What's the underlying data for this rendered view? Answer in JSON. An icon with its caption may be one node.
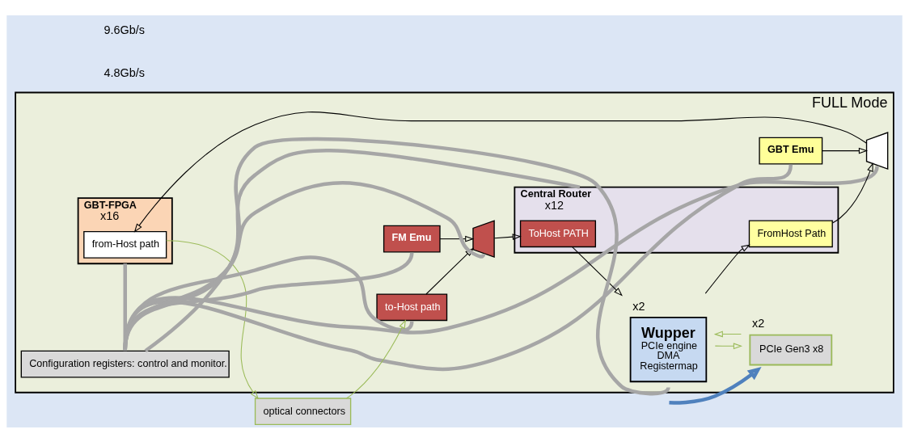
{
  "diagram": {
    "nodes": [
      {
        "text": [
          "FULL Mode"
        ]
      },
      {
        "text": [
          "optical connectors"
        ]
      },
      {
        "text": [
          "GBT-FPGA"
        ],
        "in": 0,
        "beside": [
          "x16"
        ]
      },
      {
        "text": [
          "from-Host path"
        ],
        "in": 2
      },
      {
        "text": [
          "GBT Emu"
        ],
        "in": 0
      },
      {
        "text": [],
        "shape": "trapezoid",
        "in": 0
      },
      {
        "text": [
          "FM Emu"
        ],
        "in": 0
      },
      {
        "text": [
          "to-Host path"
        ],
        "in": 0
      },
      {
        "text": [],
        "shape": "trapezoid",
        "in": 0
      },
      {
        "text": [
          "Central Router"
        ],
        "in": 0,
        "beside": [
          "x12"
        ]
      },
      {
        "text": [
          "FromHost Path"
        ],
        "in": 9
      },
      {
        "text": [
          "ToHost PATH"
        ],
        "in": 9
      },
      {
        "text": [
          "Wupper",
          "PCIe engine",
          "DMA",
          "Registermap"
        ],
        "in": 0,
        "beside": [
          "x2"
        ]
      },
      {
        "text": [
          "PCIe Gen3 x8"
        ],
        "in": 0,
        "beside": [
          "x2"
        ]
      },
      {
        "text": [
          "Configuration registers: control and monitor."
        ],
        "in": 0
      }
    ],
    "edges": [
      {
        "from": 3,
        "to": 1,
        "arrow": "to",
        "color": "#9bbb59"
      },
      {
        "from": 5,
        "to": 3,
        "arrow": "to"
      },
      {
        "from": 4,
        "to": 5,
        "arrow": "to"
      },
      {
        "from": 10,
        "to": 5,
        "arrow": "to"
      },
      {
        "from": 12,
        "to": 10,
        "arrow": "to"
      },
      {
        "from": 1,
        "to": 7,
        "arrow": "to",
        "color": "#9bbb59"
      },
      {
        "from": 7,
        "to": 8,
        "arrow": "to"
      },
      {
        "from": 6,
        "to": 8,
        "arrow": "to"
      },
      {
        "from": 8,
        "to": 11,
        "arrow": "to"
      },
      {
        "from": 11,
        "to": 12,
        "arrow": "to"
      },
      {
        "from": 13,
        "to": 12,
        "arrow": "to",
        "color": "#9bbb59"
      },
      {
        "from": 12,
        "to": 13,
        "arrow": "to",
        "color": "#9bbb59"
      },
      {
        "from": null,
        "to": 13,
        "arrow": "to",
        "style": "thick",
        "color": "#4f81bd"
      },
      {
        "from": 2,
        "to": 14,
        "arrow": "none",
        "style": "thick",
        "color": "#a6a6a6"
      },
      {
        "from": 4,
        "to": 14,
        "arrow": "none",
        "style": "thick",
        "color": "#a6a6a6"
      },
      {
        "from": 5,
        "to": 14,
        "arrow": "none",
        "style": "thick",
        "color": "#a6a6a6"
      },
      {
        "from": 6,
        "to": 14,
        "arrow": "none",
        "style": "thick",
        "color": "#a6a6a6"
      },
      {
        "from": 7,
        "to": 14,
        "arrow": "none",
        "style": "thick",
        "color": "#a6a6a6"
      },
      {
        "from": 8,
        "to": 14,
        "arrow": "none",
        "style": "thick",
        "color": "#a6a6a6"
      },
      {
        "from": 9,
        "to": 14,
        "arrow": "none",
        "style": "thick",
        "color": "#a6a6a6"
      },
      {
        "from": 12,
        "to": 14,
        "arrow": "none",
        "style": "thick",
        "color": "#a6a6a6"
      }
    ],
    "labels": [
      "4.8Gb/s",
      "9.6Gb/s"
    ]
  }
}
